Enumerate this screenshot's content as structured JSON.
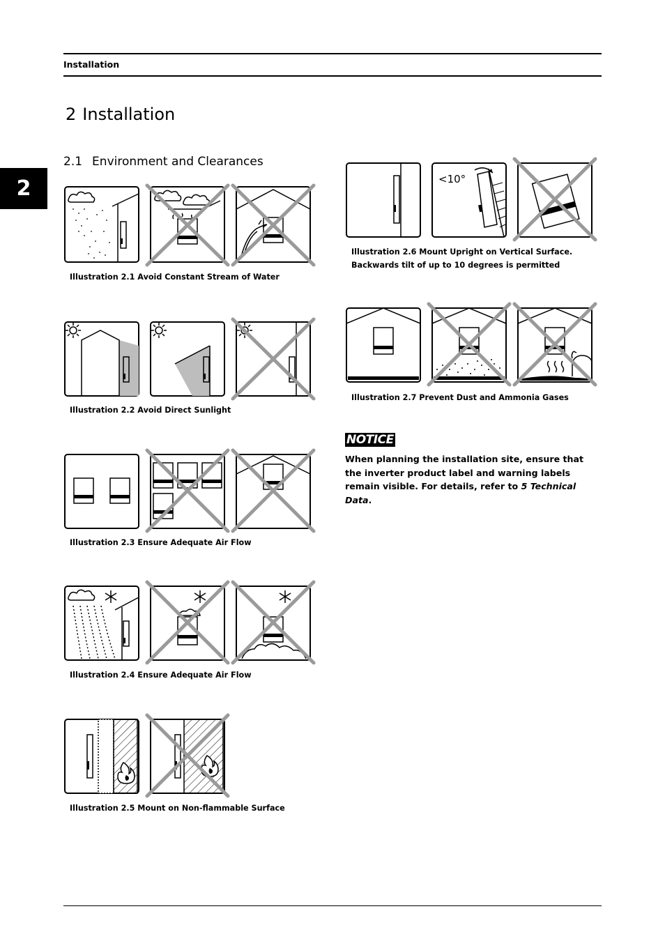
{
  "header": {
    "running_title": "Installation"
  },
  "side_tab": {
    "chapter_number": "2"
  },
  "chapter": {
    "number": "2",
    "title": "Installation"
  },
  "section": {
    "number": "2.1",
    "title": "Environment and Clearances"
  },
  "illustrations": [
    {
      "caption": "Illustration 2.1 Avoid Constant Stream of Water"
    },
    {
      "caption": "Illustration 2.2 Avoid Direct Sunlight"
    },
    {
      "caption": "Illustration 2.3 Ensure Adequate Air Flow"
    },
    {
      "caption": "Illustration 2.4 Ensure Adequate Air Flow"
    },
    {
      "caption": "Illustration 2.5 Mount on Non-flammable Surface"
    },
    {
      "caption": "Illustration 2.6 Mount Upright on Vertical Surface. Backwards tilt of up to 10 degrees is permitted"
    },
    {
      "caption": "Illustration 2.7 Prevent Dust and Ammonia Gases"
    }
  ],
  "tilt_label": "<10°",
  "notice": {
    "badge": "NOTICE",
    "text_before": "When planning the installation site, ensure that the inverter product label and warning labels remain visible. For details, refer to ",
    "reference": "5 Technical Data",
    "text_after": "."
  },
  "icons": {
    "rain_cloud": "rain-cloud-icon",
    "sun": "sun-icon",
    "snowflake": "snowflake-icon",
    "flame": "flame-icon",
    "prohibited": "x-mark-icon"
  }
}
